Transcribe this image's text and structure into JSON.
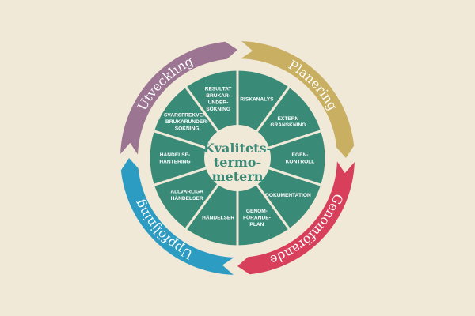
{
  "colors": {
    "background": "#f1e9d8",
    "wheel": "#3a8a78",
    "center_text": "#3a8a78"
  },
  "center": {
    "lines": [
      "Kvalitets-",
      "termo-",
      "metern"
    ]
  },
  "phases": [
    {
      "label": "Planering",
      "color": "#c8af62"
    },
    {
      "label": "Genomförande",
      "color": "#d73f5b"
    },
    {
      "label": "Uppföljning",
      "color": "#2c9cc3"
    },
    {
      "label": "Utveckling",
      "color": "#9c7592"
    }
  ],
  "segments": [
    {
      "lines": [
        "RISKANALYS"
      ]
    },
    {
      "lines": [
        "EXTERN",
        "GRANSKNING"
      ]
    },
    {
      "lines": [
        "EGEN-",
        "KONTROLL"
      ]
    },
    {
      "lines": [
        "DOKUMENTATION"
      ]
    },
    {
      "lines": [
        "GENOM-",
        "FÖRANDE-",
        "PLAN"
      ]
    },
    {
      "lines": [
        "HÄNDELSER"
      ]
    },
    {
      "lines": [
        "ALLVARLIGA",
        "HÄNDELSER"
      ]
    },
    {
      "lines": [
        "HÄNDELSE-",
        "HANTERING"
      ]
    },
    {
      "lines": [
        "SVARSFREKVENS",
        "BRUKARUNDER-",
        "SÖKNING"
      ]
    },
    {
      "lines": [
        "RESULTAT",
        "BRUKAR-",
        "UNDER-",
        "SÖKNING"
      ]
    }
  ]
}
